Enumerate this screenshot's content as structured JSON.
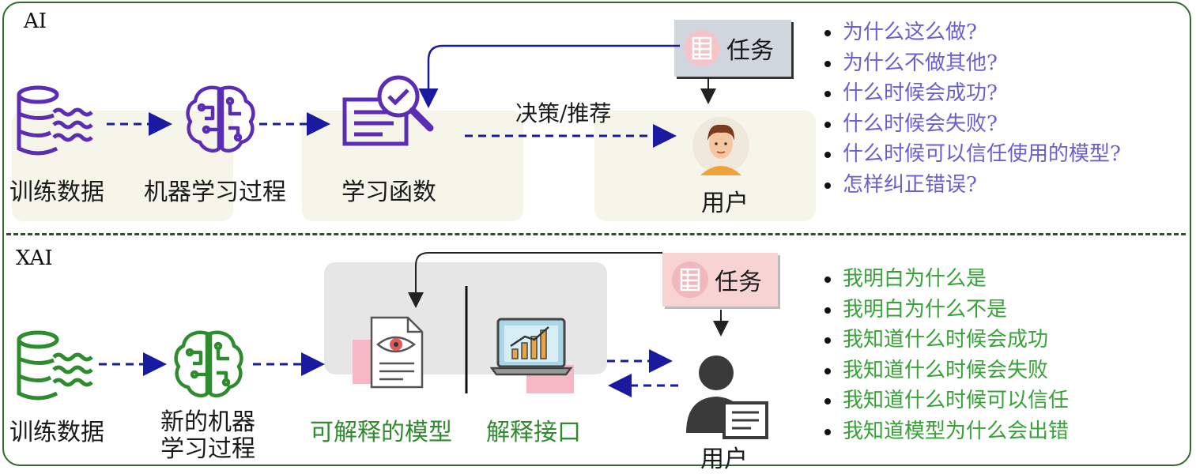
{
  "ai": {
    "section_label": "AI",
    "training_data": "训练数据",
    "ml_process": "机器学习过程",
    "learned_function": "学习函数",
    "decision_label": "决策/推荐",
    "task": "任务",
    "user": "用户",
    "questions": [
      "为什么这么做?",
      "为什么不做其他?",
      "什么时候会成功?",
      "什么时候会失败?",
      "什么时候可以信任使用的模型?",
      "怎样纠正错误?"
    ]
  },
  "xai": {
    "section_label": "XAI",
    "training_data": "训练数据",
    "new_ml_process_line1": "新的机器",
    "new_ml_process_line2": "学习过程",
    "explainable_model": "可解释的模型",
    "explanation_interface": "解释接口",
    "task": "任务",
    "user": "用户",
    "answers": [
      "我明白为什么是",
      "我明白为什么不是",
      "我知道什么时候会成功",
      "我知道什么时候会失败",
      "我知道什么时候可以信任",
      "我知道模型为什么会出错"
    ]
  },
  "colors": {
    "ai_question": "#6a5fd1",
    "xai_answer": "#36a336",
    "ai_icon": "#5b2db5",
    "xai_icon": "#2e8b2e",
    "arrow": "#1a1aa0"
  }
}
